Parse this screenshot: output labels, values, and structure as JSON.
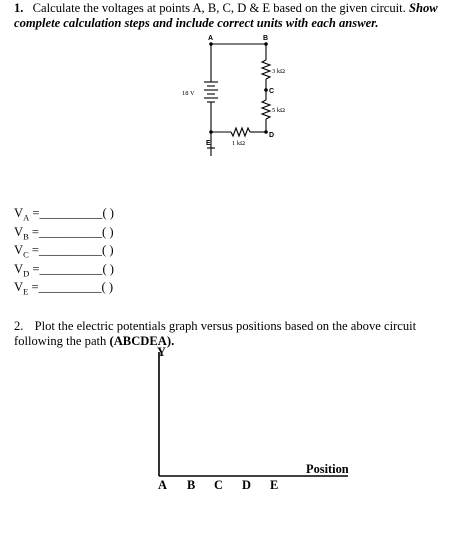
{
  "question1": {
    "number": "1.",
    "text": "Calculate the voltages at points A, B, C, D & E based on the given circuit.",
    "emphasis": "Show complete calculation steps and include correct units with each answer."
  },
  "circuit": {
    "points": [
      "A",
      "B",
      "C",
      "D",
      "E"
    ],
    "battery_label": "18 V",
    "r1_label": "3 kΩ",
    "r2_label": "5 kΩ",
    "r3_label": "1 kΩ"
  },
  "answers": [
    {
      "label": "V",
      "sub": "A",
      "rest": " =__________( )"
    },
    {
      "label": "V",
      "sub": "B",
      "rest": " =__________( )"
    },
    {
      "label": "V",
      "sub": "C",
      "rest": " =__________( )"
    },
    {
      "label": "V",
      "sub": "D",
      "rest": " =__________( )"
    },
    {
      "label": "V",
      "sub": "E",
      "rest": " =__________( )"
    }
  ],
  "question2": {
    "number": "2.",
    "text": "Plot the electric potentials graph versus positions based on the above circuit following the path",
    "path": "(ABCDEA)."
  },
  "graph": {
    "y_label": "Y",
    "x_label": "Position",
    "x_ticks": [
      "A",
      "B",
      "C",
      "D",
      "E"
    ]
  }
}
